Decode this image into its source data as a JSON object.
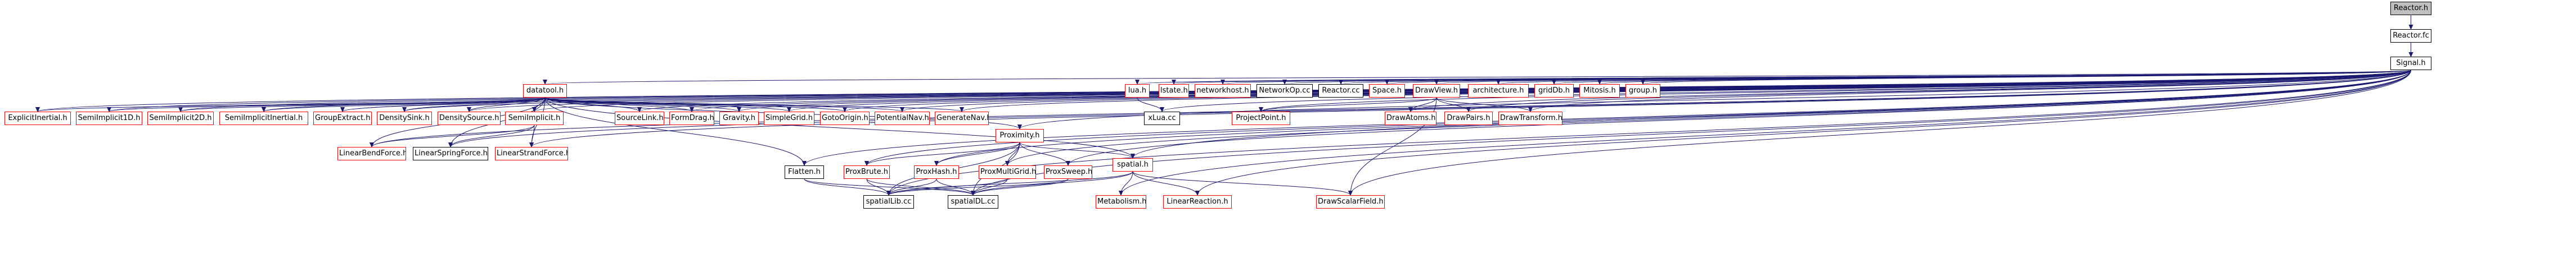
{
  "graph": {
    "edge_color": "#191970",
    "node_border_default": "#000000",
    "node_border_incomplete": "#ff0000",
    "root_fill": "#bfbfbf",
    "nodes": [
      {
        "id": "reactor_h",
        "label": "Reactor.h",
        "root": true
      },
      {
        "id": "reactor_fc",
        "label": "Reactor.fc"
      },
      {
        "id": "signal_h",
        "label": "Signal.h"
      },
      {
        "id": "datatool_h",
        "label": "datatool.h"
      },
      {
        "id": "explicitinertial",
        "label": "ExplicitInertial.h",
        "incomplete": true
      },
      {
        "id": "semiimplicit1d",
        "label": "SemiImplicit1D.h",
        "incomplete": true
      },
      {
        "id": "semiimplicit2d",
        "label": "SemiImplicit2D.h",
        "incomplete": true
      },
      {
        "id": "semiimplicitinertial",
        "label": "SemiImplicitInertial.h",
        "incomplete": true
      },
      {
        "id": "groupextract",
        "label": "GroupExtract.h",
        "incomplete": true
      },
      {
        "id": "densitysink",
        "label": "DensitySink.h",
        "incomplete": true
      },
      {
        "id": "densitysource",
        "label": "DensitySource.h",
        "incomplete": true
      },
      {
        "id": "semiimplicit_h",
        "label": "SemiImplicit.h",
        "incomplete": true
      },
      {
        "id": "sourcelink",
        "label": "SourceLink.h",
        "incomplete": true
      },
      {
        "id": "formdrag",
        "label": "FormDrag.h",
        "incomplete": true
      },
      {
        "id": "gravity",
        "label": "Gravity.h",
        "incomplete": true
      },
      {
        "id": "simplegrid",
        "label": "SimpleGrid.h",
        "incomplete": true
      },
      {
        "id": "gotoorigin",
        "label": "GotoOrigin.h",
        "incomplete": true
      },
      {
        "id": "potentialnav",
        "label": "PotentialNav.h",
        "incomplete": true
      },
      {
        "id": "generatenav",
        "label": "GenerateNav.h",
        "incomplete": true
      },
      {
        "id": "lua_h",
        "label": "lua.h",
        "incomplete": true
      },
      {
        "id": "lstate_h",
        "label": "lstate.h",
        "incomplete": true
      },
      {
        "id": "networkhost",
        "label": "networkhost.h",
        "incomplete": true
      },
      {
        "id": "networkop",
        "label": "NetworkOp.cc"
      },
      {
        "id": "reactor_cc",
        "label": "Reactor.cc"
      },
      {
        "id": "space_h",
        "label": "Space.h",
        "incomplete": true
      },
      {
        "id": "drawview",
        "label": "DrawView.h",
        "incomplete": true
      },
      {
        "id": "architecture",
        "label": "architecture.h",
        "incomplete": true
      },
      {
        "id": "griddb",
        "label": "gridDb.h",
        "incomplete": true
      },
      {
        "id": "mitosis",
        "label": "Mitosis.h",
        "incomplete": true
      },
      {
        "id": "group_h",
        "label": "group.h",
        "incomplete": true
      },
      {
        "id": "xlua_cc",
        "label": "xLua.cc"
      },
      {
        "id": "projectpoint",
        "label": "ProjectPoint.h",
        "incomplete": true
      },
      {
        "id": "drawatoms",
        "label": "DrawAtoms.h",
        "incomplete": true
      },
      {
        "id": "drawpairs",
        "label": "DrawPairs.h",
        "incomplete": true
      },
      {
        "id": "drawtransform",
        "label": "DrawTransform.h",
        "incomplete": true
      },
      {
        "id": "proximity_h",
        "label": "Proximity.h",
        "incomplete": true
      },
      {
        "id": "linearbendforce",
        "label": "LinearBendForce.h",
        "incomplete": true
      },
      {
        "id": "linearspringforce",
        "label": "LinearSpringForce.h"
      },
      {
        "id": "linearstrandforce",
        "label": "LinearStrandForce.h",
        "incomplete": true
      },
      {
        "id": "flatten_h",
        "label": "Flatten.h"
      },
      {
        "id": "proxbrute",
        "label": "ProxBrute.h",
        "incomplete": true
      },
      {
        "id": "proxhash",
        "label": "ProxHash.h",
        "incomplete": true
      },
      {
        "id": "proxmultigrid",
        "label": "ProxMultiGrid.h",
        "incomplete": true
      },
      {
        "id": "proxsweep",
        "label": "ProxSweep.h",
        "incomplete": true
      },
      {
        "id": "spatial_h",
        "label": "spatial.h",
        "incomplete": true
      },
      {
        "id": "spatiallib",
        "label": "spatialLib.cc"
      },
      {
        "id": "spatialdl",
        "label": "spatialDL.cc"
      },
      {
        "id": "metabolism",
        "label": "Metabolism.h",
        "incomplete": true
      },
      {
        "id": "linearreaction",
        "label": "LinearReaction.h",
        "incomplete": true
      },
      {
        "id": "drawscalarfield",
        "label": "DrawScalarField.h",
        "incomplete": true
      }
    ],
    "edges": [
      [
        "reactor_h",
        "reactor_fc"
      ],
      [
        "reactor_h",
        "signal_h"
      ],
      [
        "reactor_fc",
        "signal_h"
      ],
      [
        "signal_h",
        "datatool_h"
      ],
      [
        "signal_h",
        "explicitinertial"
      ],
      [
        "signal_h",
        "semiimplicit1d"
      ],
      [
        "signal_h",
        "semiimplicit2d"
      ],
      [
        "signal_h",
        "semiimplicitinertial"
      ],
      [
        "signal_h",
        "groupextract"
      ],
      [
        "signal_h",
        "densitysink"
      ],
      [
        "signal_h",
        "densitysource"
      ],
      [
        "signal_h",
        "semiimplicit_h"
      ],
      [
        "signal_h",
        "sourcelink"
      ],
      [
        "signal_h",
        "formdrag"
      ],
      [
        "signal_h",
        "gravity"
      ],
      [
        "signal_h",
        "simplegrid"
      ],
      [
        "signal_h",
        "gotoorigin"
      ],
      [
        "signal_h",
        "potentialnav"
      ],
      [
        "signal_h",
        "generatenav"
      ],
      [
        "signal_h",
        "proximity_h"
      ],
      [
        "signal_h",
        "lua_h"
      ],
      [
        "signal_h",
        "lstate_h"
      ],
      [
        "signal_h",
        "networkhost"
      ],
      [
        "signal_h",
        "networkop"
      ],
      [
        "signal_h",
        "reactor_cc"
      ],
      [
        "signal_h",
        "space_h"
      ],
      [
        "signal_h",
        "drawview"
      ],
      [
        "signal_h",
        "architecture"
      ],
      [
        "signal_h",
        "griddb"
      ],
      [
        "signal_h",
        "mitosis"
      ],
      [
        "signal_h",
        "group_h"
      ],
      [
        "signal_h",
        "xlua_cc"
      ],
      [
        "signal_h",
        "projectpoint"
      ],
      [
        "signal_h",
        "drawatoms"
      ],
      [
        "signal_h",
        "drawpairs"
      ],
      [
        "signal_h",
        "drawtransform"
      ],
      [
        "signal_h",
        "linearbendforce"
      ],
      [
        "signal_h",
        "linearspringforce"
      ],
      [
        "signal_h",
        "linearstrandforce"
      ],
      [
        "signal_h",
        "flatten_h"
      ],
      [
        "signal_h",
        "proxbrute"
      ],
      [
        "signal_h",
        "proxhash"
      ],
      [
        "signal_h",
        "proxmultigrid"
      ],
      [
        "signal_h",
        "proxsweep"
      ],
      [
        "signal_h",
        "spatial_h"
      ],
      [
        "signal_h",
        "spatiallib"
      ],
      [
        "signal_h",
        "spatialdl"
      ],
      [
        "signal_h",
        "metabolism"
      ],
      [
        "signal_h",
        "linearreaction"
      ],
      [
        "signal_h",
        "drawscalarfield"
      ],
      [
        "datatool_h",
        "explicitinertial"
      ],
      [
        "datatool_h",
        "semiimplicit1d"
      ],
      [
        "datatool_h",
        "semiimplicit2d"
      ],
      [
        "datatool_h",
        "semiimplicitinertial"
      ],
      [
        "datatool_h",
        "groupextract"
      ],
      [
        "datatool_h",
        "densitysink"
      ],
      [
        "datatool_h",
        "densitysource"
      ],
      [
        "datatool_h",
        "semiimplicit_h"
      ],
      [
        "datatool_h",
        "sourcelink"
      ],
      [
        "datatool_h",
        "formdrag"
      ],
      [
        "datatool_h",
        "gravity"
      ],
      [
        "datatool_h",
        "simplegrid"
      ],
      [
        "datatool_h",
        "gotoorigin"
      ],
      [
        "datatool_h",
        "potentialnav"
      ],
      [
        "datatool_h",
        "generatenav"
      ],
      [
        "datatool_h",
        "proximity_h"
      ],
      [
        "datatool_h",
        "linearbendforce"
      ],
      [
        "datatool_h",
        "linearspringforce"
      ],
      [
        "datatool_h",
        "linearstrandforce"
      ],
      [
        "datatool_h",
        "flatten_h"
      ],
      [
        "datatool_h",
        "spatial_h"
      ],
      [
        "semiimplicit_h",
        "linearbendforce"
      ],
      [
        "semiimplicit_h",
        "linearspringforce"
      ],
      [
        "semiimplicit_h",
        "linearstrandforce"
      ],
      [
        "lua_h",
        "xlua_cc"
      ],
      [
        "drawview",
        "projectpoint"
      ],
      [
        "drawview",
        "drawatoms"
      ],
      [
        "drawview",
        "drawpairs"
      ],
      [
        "drawview",
        "drawtransform"
      ],
      [
        "drawview",
        "drawscalarfield"
      ],
      [
        "proximity_h",
        "proxbrute"
      ],
      [
        "proximity_h",
        "proxhash"
      ],
      [
        "proximity_h",
        "proxmultigrid"
      ],
      [
        "proximity_h",
        "proxsweep"
      ],
      [
        "proximity_h",
        "spatial_h"
      ],
      [
        "proximity_h",
        "spatiallib"
      ],
      [
        "proximity_h",
        "spatialdl"
      ],
      [
        "proxbrute",
        "spatiallib"
      ],
      [
        "proxbrute",
        "spatialdl"
      ],
      [
        "proxhash",
        "spatiallib"
      ],
      [
        "proxhash",
        "spatialdl"
      ],
      [
        "proxmultigrid",
        "spatiallib"
      ],
      [
        "proxmultigrid",
        "spatialdl"
      ],
      [
        "proxsweep",
        "spatiallib"
      ],
      [
        "proxsweep",
        "spatialdl"
      ],
      [
        "flatten_h",
        "spatiallib"
      ],
      [
        "flatten_h",
        "spatialdl"
      ],
      [
        "spatial_h",
        "spatiallib"
      ],
      [
        "spatial_h",
        "spatialdl"
      ],
      [
        "spatial_h",
        "metabolism"
      ],
      [
        "spatial_h",
        "linearreaction"
      ],
      [
        "spatial_h",
        "drawscalarfield"
      ]
    ]
  }
}
